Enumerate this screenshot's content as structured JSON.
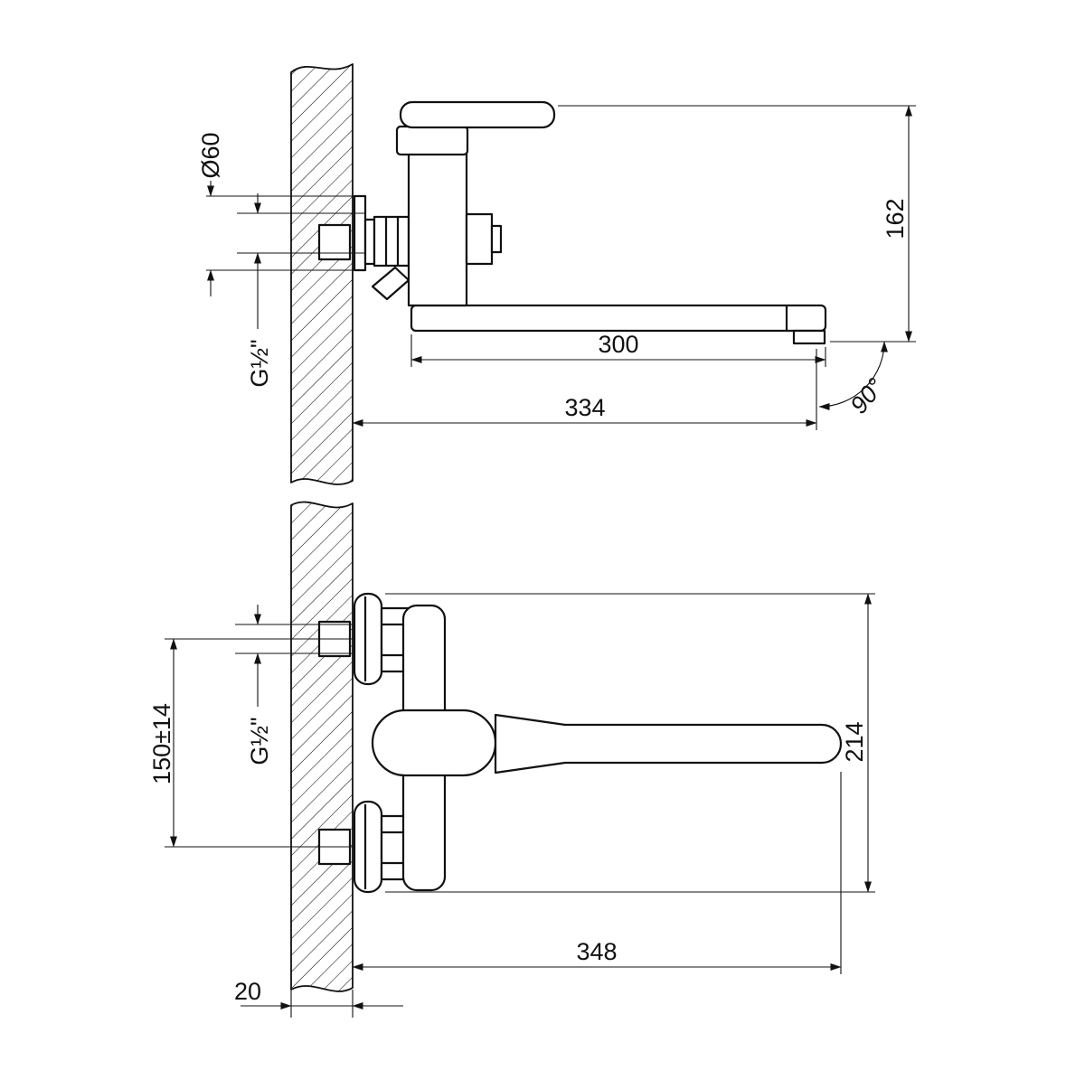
{
  "drawing": {
    "background_color": "#ffffff",
    "line_color": "#111111",
    "views": {
      "side": {
        "dims": {
          "escutcheon_diameter": "Ø60",
          "inlet_thread": "G½\"",
          "spout_length": "300",
          "projection": "334",
          "height": "162",
          "spout_swing": "90°"
        }
      },
      "plan": {
        "dims": {
          "inlet_spacing": "150±14",
          "inlet_thread": "G½\"",
          "body_length": "214",
          "projection": "348",
          "wall_offset": "20"
        }
      }
    }
  }
}
